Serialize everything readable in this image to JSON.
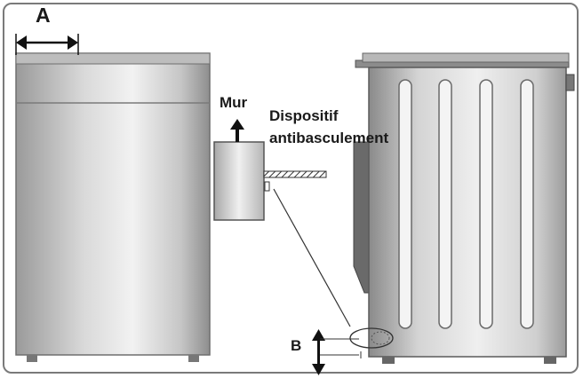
{
  "labels": {
    "dimension_a": "A",
    "wall": "Mur",
    "device_line1": "Dispositif",
    "device_line2": "antibasculement",
    "dimension_b": "B"
  }
}
